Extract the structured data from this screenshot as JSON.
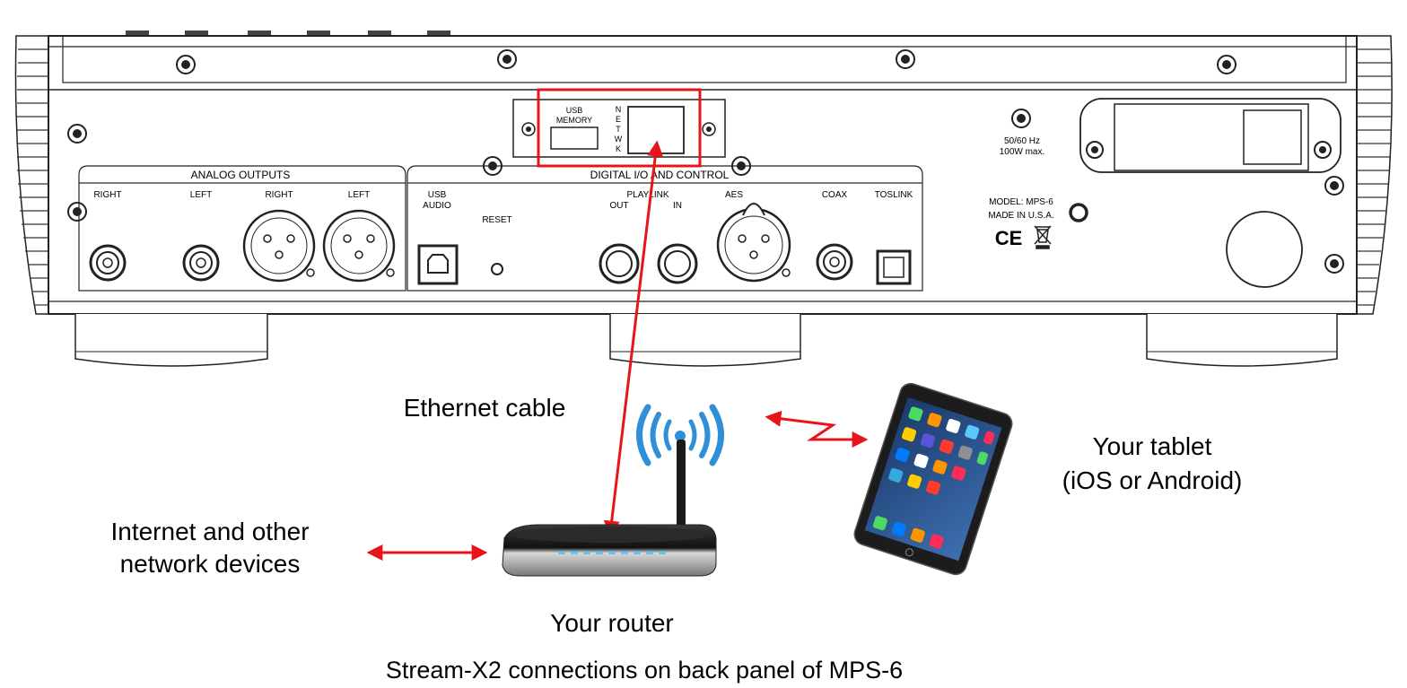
{
  "panel": {
    "analog_outputs": "ANALOG OUTPUTS",
    "digital_io": "DIGITAL I/O AND CONTROL",
    "right_1": "RIGHT",
    "left_1": "LEFT",
    "right_2": "RIGHT",
    "left_2": "LEFT",
    "usb_audio_1": "USB",
    "usb_audio_2": "AUDIO",
    "reset": "RESET",
    "playlink": "PLAYLINK",
    "out": "OUT",
    "in": "IN",
    "aes": "AES",
    "coax": "COAX",
    "toslink": "TOSLINK",
    "usb_memory_1": "USB",
    "usb_memory_2": "MEMORY",
    "netwk_letters": [
      "N",
      "E",
      "T",
      "W",
      "K"
    ],
    "power_1": "50/60 Hz",
    "power_2": "100W max.",
    "model": "MODEL: MPS-6",
    "made_in": "MADE IN U.S.A.",
    "ce_mark": "CE"
  },
  "labels": {
    "ethernet_cable": "Ethernet cable",
    "tablet_1": "Your tablet",
    "tablet_2": "(iOS or Android)",
    "internet_1": "Internet and other",
    "internet_2": "network devices",
    "router": "Your router",
    "caption": "Stream-X2 connections on back panel of MPS-6"
  },
  "colors": {
    "accent_red": "#e8141c",
    "wifi_blue": "#2f8fd8"
  }
}
